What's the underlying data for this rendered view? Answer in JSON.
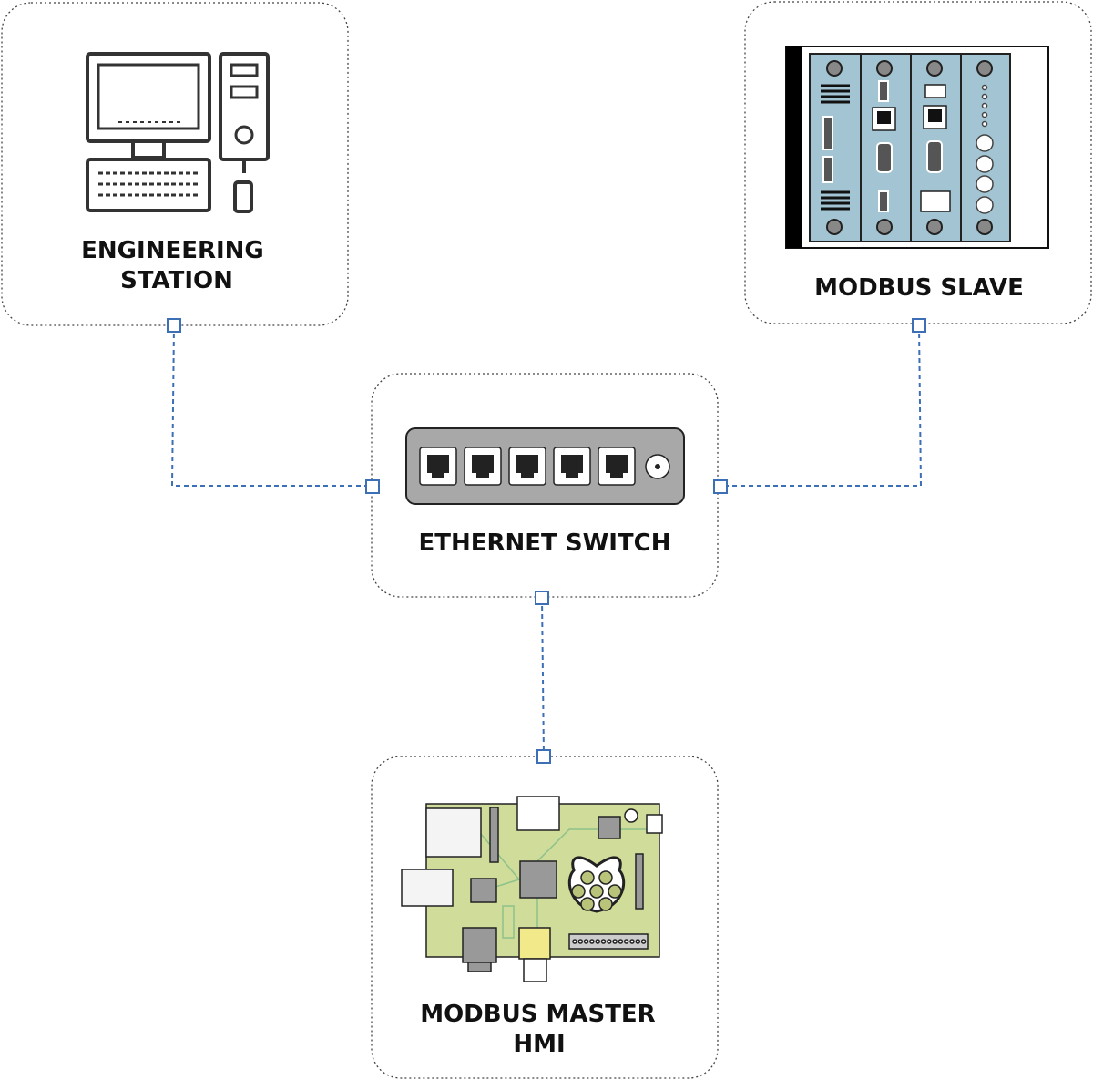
{
  "nodes": {
    "engineering_station": {
      "line1": "ENGINEERING",
      "line2": "STATION",
      "icon": "desktop-computer-icon"
    },
    "modbus_slave": {
      "line1": "MODBUS SLAVE",
      "icon": "plc-rack-icon"
    },
    "ethernet_switch": {
      "line1": "ETHERNET SWITCH",
      "icon": "network-switch-icon"
    },
    "modbus_master": {
      "line1": "MODBUS MASTER",
      "line2": "HMI",
      "icon": "raspberry-pi-board-icon"
    }
  },
  "colors": {
    "link": "#3d6fb6",
    "plc_module": "#a3c4d2",
    "pi_board": "#cfdc9a",
    "switch_body": "#a8a8a8"
  },
  "connections": [
    [
      "engineering_station",
      "ethernet_switch"
    ],
    [
      "modbus_slave",
      "ethernet_switch"
    ],
    [
      "ethernet_switch",
      "modbus_master"
    ]
  ]
}
